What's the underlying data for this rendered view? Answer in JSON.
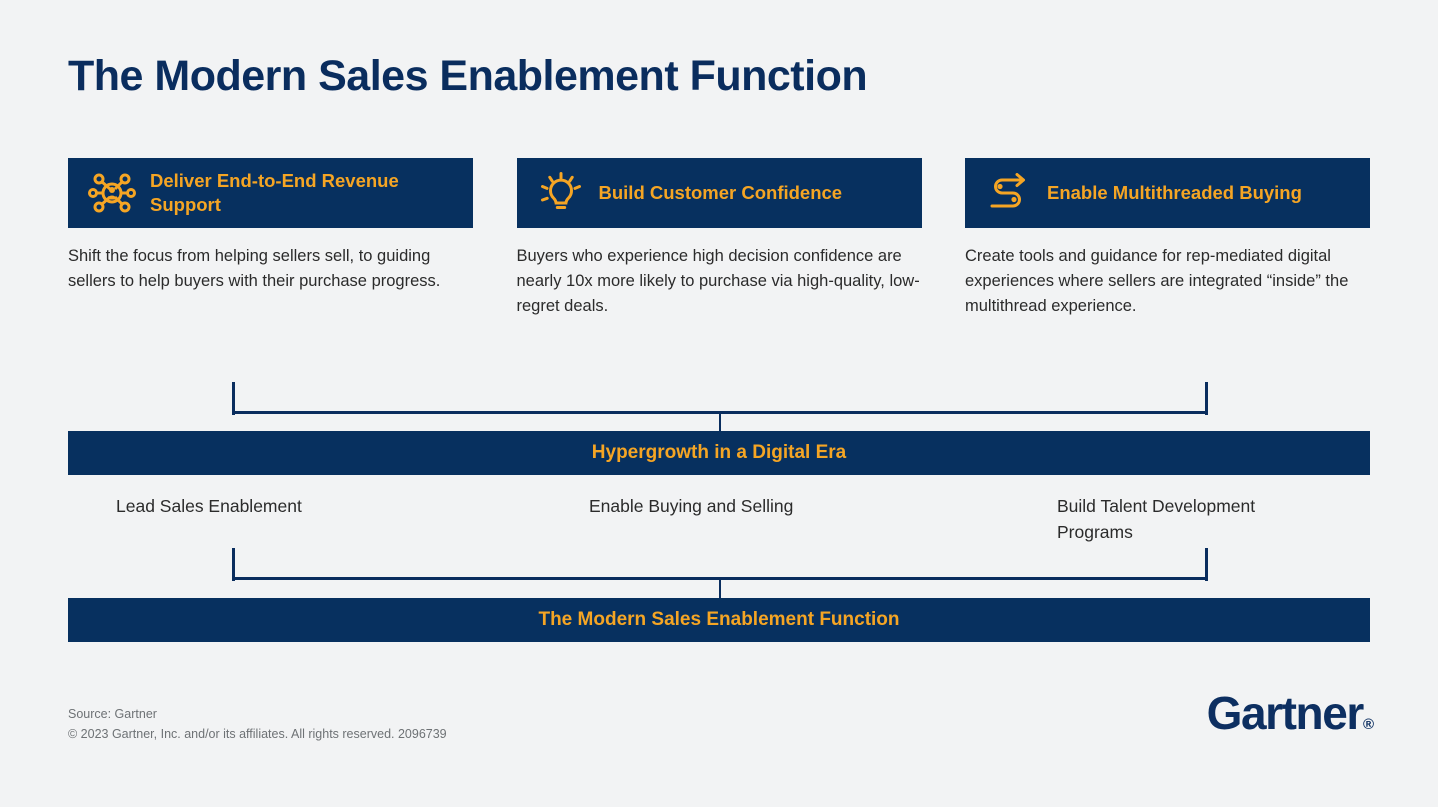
{
  "page": {
    "title": "The Modern Sales Enablement Function",
    "background_color": "#f2f3f4",
    "navy": "#07305f",
    "amber": "#f5a524",
    "body_text_color": "#2b2b2b"
  },
  "cards": [
    {
      "icon": "network-hub-icon",
      "title": "Deliver End-to-End Revenue Support",
      "body": "Shift the focus from helping sellers sell, to guiding sellers to help buyers with their purchase progress."
    },
    {
      "icon": "lightbulb-icon",
      "title": "Build Customer Confidence",
      "body": "Buyers who experience high decision confidence are nearly 10x more likely to purchase via high-quality, low-regret deals."
    },
    {
      "icon": "winding-arrow-icon",
      "title": "Enable Multithreaded Buying",
      "body": "Create tools and guidance for rep-mediated digital experiences where sellers are integrated “inside” the multithread experience."
    }
  ],
  "bars": {
    "upper": "Hypergrowth in a Digital Era",
    "lower": "The Modern Sales Enablement Function"
  },
  "middle_labels": [
    "Lead Sales Enablement",
    "Enable Buying and Selling",
    "Build Talent Development Programs"
  ],
  "footer": {
    "source": "Source: Gartner",
    "copyright": "© 2023 Gartner, Inc. and/or its affiliates. All rights reserved. 2096739",
    "logo_text": "Gartner",
    "logo_mark": "®"
  }
}
